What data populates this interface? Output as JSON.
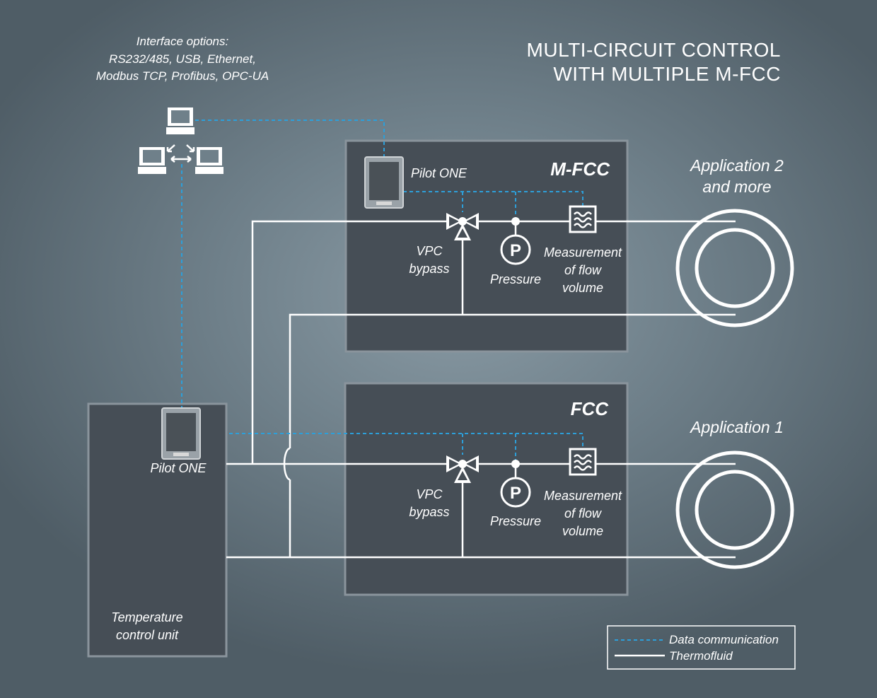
{
  "title": {
    "line1": "MULTI-CIRCUIT CONTROL",
    "line2": "WITH MULTIPLE M-FCC"
  },
  "interface": {
    "line1": "Interface options:",
    "line2": "RS232/485, USB, Ethernet,",
    "line3": "Modbus TCP, Profibus, OPC-UA"
  },
  "mfcc": {
    "heading": "M-FCC",
    "pilot_label": "Pilot ONE",
    "vpc_line1": "VPC",
    "vpc_line2": "bypass",
    "pressure_label": "Pressure",
    "pressure_symbol": "P",
    "flow_line1": "Measurement",
    "flow_line2": "of flow",
    "flow_line3": "volume"
  },
  "fcc": {
    "heading": "FCC",
    "vpc_line1": "VPC",
    "vpc_line2": "bypass",
    "pressure_label": "Pressure",
    "pressure_symbol": "P",
    "flow_line1": "Measurement",
    "flow_line2": "of flow",
    "flow_line3": "volume"
  },
  "tcu": {
    "pilot_label": "Pilot ONE",
    "label_line1": "Temperature",
    "label_line2": "control unit"
  },
  "applications": {
    "app2_line1": "Application 2",
    "app2_line2": "and more",
    "app1": "Application 1"
  },
  "legend": {
    "data": "Data communication",
    "fluid": "Thermofluid"
  },
  "colors": {
    "background": "#6f808a",
    "box_fill": "#464e56",
    "box_border": "#8a949c",
    "data_line": "#2d9fd9",
    "fluid_line": "#ffffff"
  }
}
